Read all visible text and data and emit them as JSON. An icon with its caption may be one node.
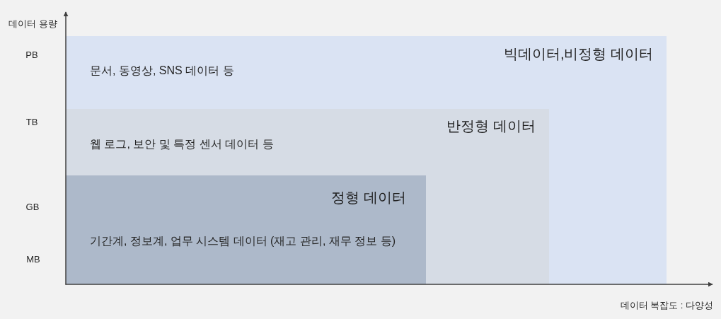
{
  "diagram": {
    "nodes": [
      {
        "text": [
          "빅데이터,비정형 데이터",
          "문서, 동영상, SNS 데이터 등"
        ]
      },
      {
        "text": [
          "반정형 데이터",
          "웹 로그, 보안 및 특정 센서 데이터 등"
        ],
        "in": 0
      },
      {
        "text": [
          "정형 데이터",
          "기간계, 정보계, 업무 시스템 데이터 (재고 관리, 재무 정보 등)"
        ],
        "in": 1
      }
    ],
    "edges": [],
    "labels": [
      "데이터 용량",
      "PB",
      "TB",
      "GB",
      "MB",
      "데이터 복잡도 : 다양성"
    ]
  }
}
